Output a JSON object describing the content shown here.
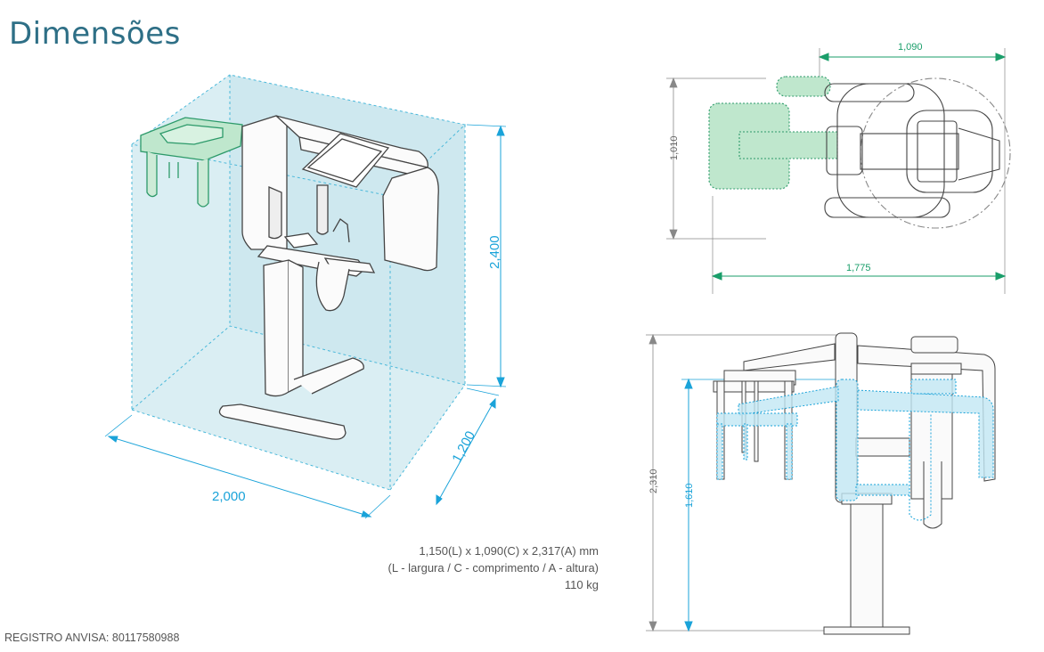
{
  "title": "Dimensões",
  "specs": {
    "size": "1,150(L) x 1,090(C) x 2,317(A) mm",
    "legend": "(L - largura / C - comprimento / A - altura)",
    "weight": "110 kg"
  },
  "registro": "REGISTRO ANVISA: 80117580988",
  "perspective_view": {
    "dim_width": "2,000",
    "dim_depth": "1,200",
    "dim_height": "2,400"
  },
  "top_view": {
    "dim_top": "1,090",
    "dim_left": "1,010",
    "dim_bottom": "1,775"
  },
  "side_view": {
    "dim_outer_height": "2,310",
    "dim_inner_height": "1,610"
  },
  "colors": {
    "title": "#2e6f86",
    "dimension_blue": "#1aa3d9",
    "dimension_green": "#1a9e6a",
    "box_fill": "#cfe8ee",
    "gray_line": "#444444",
    "green_fill": "#bfe7cd"
  }
}
